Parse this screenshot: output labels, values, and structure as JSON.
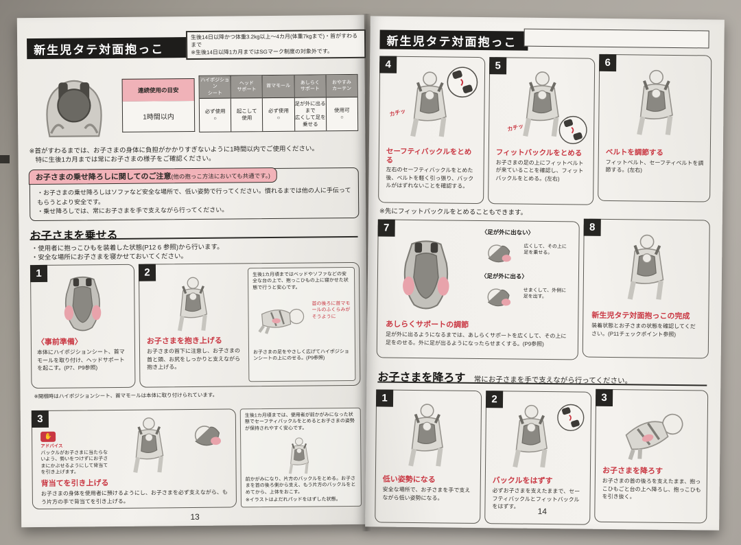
{
  "p13": {
    "title": "新生児タテ対面抱っこ",
    "spec1": "生後14日以降かつ体重3.2kg以上～4カ月(体重7kgまで)・首がすわるまで",
    "spec2": "※生後14日以降1カ月まではSGマーク制度の対象外です。",
    "table": {
      "duration_label": "連続使用の目安",
      "duration_value": "1時間以内",
      "cols": [
        {
          "h": "ハイポジション\nシート",
          "v": "必ず使用\n○"
        },
        {
          "h": "ヘッド\nサポート",
          "v": "起こして\n使用"
        },
        {
          "h": "首マモール",
          "v": "必ず使用\n○"
        },
        {
          "h": "あしらく\nサポート",
          "v": "足が外に出るまで\n広くして足を乗せる"
        },
        {
          "h": "おやすみ\nカーテン",
          "v": "使用可\n○"
        }
      ]
    },
    "note1": "※首がすわるまでは、お子さまの身体に負担がかかりすぎないように1時間以内でご使用ください。",
    "note2": "特に生後1カ月までは常にお子さまの様子をご確認ください。",
    "notice": {
      "title": "お子さまの乗せ降ろしに関してのご注意",
      "title_sub": "(他の抱っこ方法においても共通です。)",
      "b1": "・お子さまの乗せ降ろしはソファなど安全な場所で、低い姿勢で行ってください。慣れるまでは他の人に手伝ってもらうとより安全です。",
      "b2": "・乗せ降ろしでは、常にお子さまを手で支えながら行ってください。"
    },
    "sec1": {
      "title": "お子さまを乗せる",
      "b1": "・使用者に抱っこひもを装着した状態(P12 6 参照)から行います。",
      "b2": "・安全な場所にお子さまを寝かせておいてください。"
    },
    "s1": {
      "n": "1",
      "t": "〈事前準備〉",
      "b": "本体にハイポジションシート、首マモールを取り付け、ヘッドサポートを起こす。(P7、P9参照)"
    },
    "s1note": "※開梱時はハイポジションシート、首マモールは本体に取り付けられています。",
    "s2": {
      "n": "2",
      "t": "お子さまを抱き上げる",
      "b": "お子さまの首下に注意し、お子さまの首と頭、お尻をしっかりと支えながら抱き上げる。"
    },
    "s2box": {
      "top": "生後1カ月頃まではベッドやソファなどの安全な台の上で、抱っこひもの上に寝かせた状態で行うと安心です。",
      "ann": "首の後ろに首マモールのふくらみがそうように",
      "bottom": "お子さまの足をやさしく広げてハイポジションシートの上にのせる。(P9参照)"
    },
    "s3": {
      "n": "3",
      "advice_label": "アドバイス",
      "advice": "バックルがお子さまに当たらないよう、勢いをつけずにお子さまにかぶせるようにして背当てを引き上げます。",
      "t": "背当てを引き上げる",
      "b": "お子さまの身体を使用者に預けるようにし、お子さまを必ず支えながら、もう片方の手で背当てを引き上げる。"
    },
    "s3box": {
      "top": "生後1カ月頃までは、使用者が前かがみになった状態でセーフティバックルをとめるとお子さまの姿勢が保持されやすく安心です。",
      "mid": "前かがみになり、片方のバックルをとめる。お子さまを首の後ろ側から支え、もう片方のバックルをとめてから、上体をおこす。",
      "foot": "※イラストはよだれパッドをはずした状態。"
    },
    "page": "13"
  },
  "p14": {
    "title": "新生児タテ対面抱っこ",
    "s4": {
      "n": "4",
      "sound": "カチッ",
      "t": "セーフティバックルをとめる",
      "b": "左右のセーフティバックルをとめた後、ベルトを軽く引っ張り、バックルがはずれないことを確認する。"
    },
    "s5": {
      "n": "5",
      "sound": "カチッ",
      "t": "フィットバックルをとめる",
      "b": "お子さまの足の上にフィットベルトが来ていることを確認し、フィットバックルをとめる。(左右)"
    },
    "s6": {
      "n": "6",
      "t": "ベルトを調節する",
      "b": "フィットベルト、セーフティベルトを調節する。(左右)"
    },
    "note45": "※先にフィットバックルをとめることもできます。",
    "s7": {
      "n": "7",
      "sub1": "〈足が外に出ない〉",
      "sub1t": "広くして、その上に足を乗せる。",
      "sub2": "〈足が外に出る〉",
      "sub2t": "せまくして、外側に足を出す。",
      "t": "あしらくサポートの調節",
      "b": "足が外に出るようになるまでは、あしらくサポートを広くして、その上に足をのせる。外に足が出るようになったらせまくする。(P9参照)"
    },
    "s8": {
      "n": "8",
      "t": "新生児タテ対面抱っこの完成",
      "b": "装着状態とお子さまの状態を確認してください。(P11チェックポイント参照)"
    },
    "sec2": {
      "title": "お子さまを降ろす",
      "sub": "常にお子さまを手で支えながら行ってください。"
    },
    "d1": {
      "n": "1",
      "t": "低い姿勢になる",
      "b": "安全な場所で、お子さまを手で支えながら低い姿勢になる。"
    },
    "d2": {
      "n": "2",
      "t": "バックルをはずす",
      "b": "必ずお子さまを支えたままで、セーフティバックルとフィットバックルをはずす。"
    },
    "d3": {
      "n": "3",
      "t": "お子さまを降ろす",
      "b": "お子さまの首の後ろを支えたまま、抱っこひもごと台の上へ降ろし、抱っこひもを引き抜く。"
    },
    "page": "14"
  }
}
